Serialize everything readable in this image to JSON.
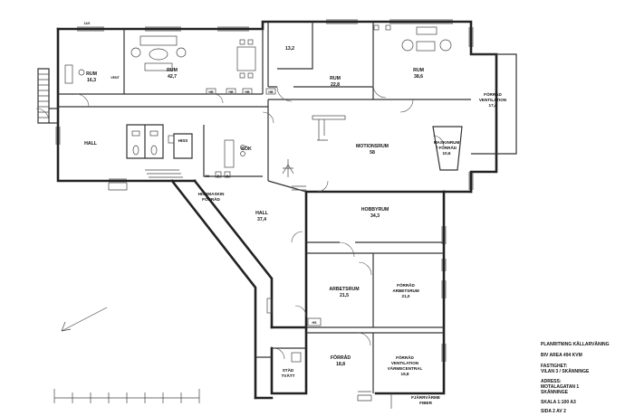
{
  "rooms": [
    {
      "id": "rum1",
      "name": "RUM",
      "area": "16,3"
    },
    {
      "id": "rum2",
      "name": "RUM",
      "area": "42,7"
    },
    {
      "id": "rum3",
      "name": "",
      "area": "13,2"
    },
    {
      "id": "rum4",
      "name": "RUM",
      "area": "22,8"
    },
    {
      "id": "rum5",
      "name": "RUM",
      "area": "38,6"
    },
    {
      "id": "forrad_vent_top",
      "name": "FÖRRÅD",
      "name2": "VENTILATION",
      "area": "17,4"
    },
    {
      "id": "hall1",
      "name": "HALL",
      "area": ""
    },
    {
      "id": "hiss",
      "name": "HISS",
      "area": ""
    },
    {
      "id": "kok",
      "name": "KÖK",
      "area": ""
    },
    {
      "id": "motionsrum",
      "name": "MOTIONSRUM",
      "area": "58"
    },
    {
      "id": "maskinrum",
      "name": "MASKINRUM",
      "name2": "/ FÖRRÅD",
      "area": "10,6"
    },
    {
      "id": "hissmaskin",
      "name": "HISSMASKIN",
      "name2": "FÖRRÅD",
      "area": ""
    },
    {
      "id": "hall2",
      "name": "HALL",
      "area": "37,4"
    },
    {
      "id": "hobbyrum",
      "name": "HOBBYRUM",
      "area": "34,3"
    },
    {
      "id": "arbetsrum",
      "name": "ARBETSRUM",
      "area": "21,5"
    },
    {
      "id": "forrad_arbetsrum",
      "name": "FÖRRÅD",
      "name2": "ARBETSRUM",
      "area": "21,0"
    },
    {
      "id": "forrad_low",
      "name": "FÖRRÅD",
      "area": "18,8"
    },
    {
      "id": "forrad_vent_low",
      "name": "FÖRRÅD",
      "name2": "VENTILATION",
      "name3": "VÄRMECENTRAL",
      "area": "19,8"
    },
    {
      "id": "stad",
      "name": "STÄD",
      "name2": "TVÄTT",
      "area": ""
    }
  ],
  "tags": {
    "top_dim": "11/6",
    "vent": "VENT",
    "hb": "HB",
    "sk": "SK",
    "f": "F",
    "k": "K",
    "hs": "HS"
  },
  "fiber": {
    "line1": "FJÄRRVÄRME",
    "line2": "FIBER"
  },
  "info": {
    "title": "PLANRITNING KÄLLARVÅNING",
    "area": "BIV AREA 494 KVM",
    "fastighet_label": "FASTIGHET:",
    "fastighet": "VILAN 3 / SKÄNNINGE",
    "adress_label": "ADRESS:",
    "adress1": "MOTALAGATAN 1",
    "adress2": "SKÄNNINGE",
    "skala": "SKALA 1:100 A3",
    "sida": "SIDA 2 AV 2"
  }
}
